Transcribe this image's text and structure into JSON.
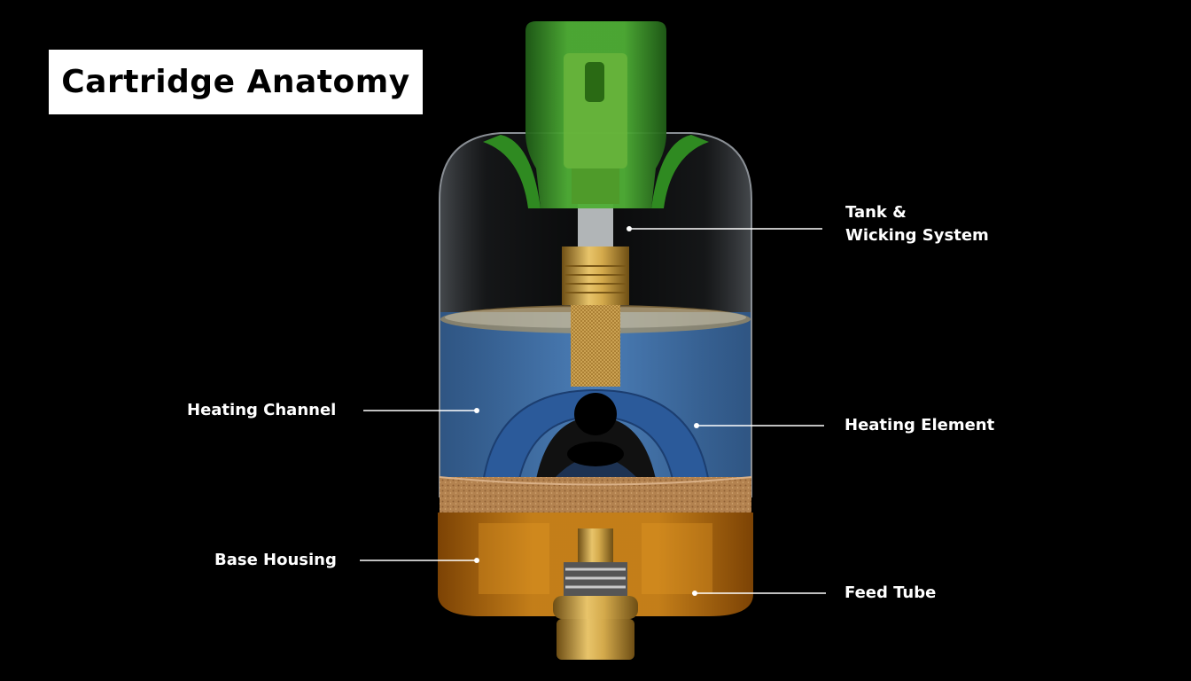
{
  "title": "Cartridge Anatomy",
  "labels": {
    "tank_line1": "Tank &",
    "tank_line2": "Wicking System",
    "heating_channel": "Heating Channel",
    "heating_element": "Heating Element",
    "base_housing": "Base Housing",
    "feed_tube": "Feed Tube"
  },
  "colors": {
    "background": "#000000",
    "mouthpiece_green": "#3f9a2c",
    "liquid_blue": "#3d6fa8",
    "base_amber": "#c9740e",
    "cork": "#b88a58",
    "brass": "#c9a04a",
    "glass": "#8a8f95"
  }
}
